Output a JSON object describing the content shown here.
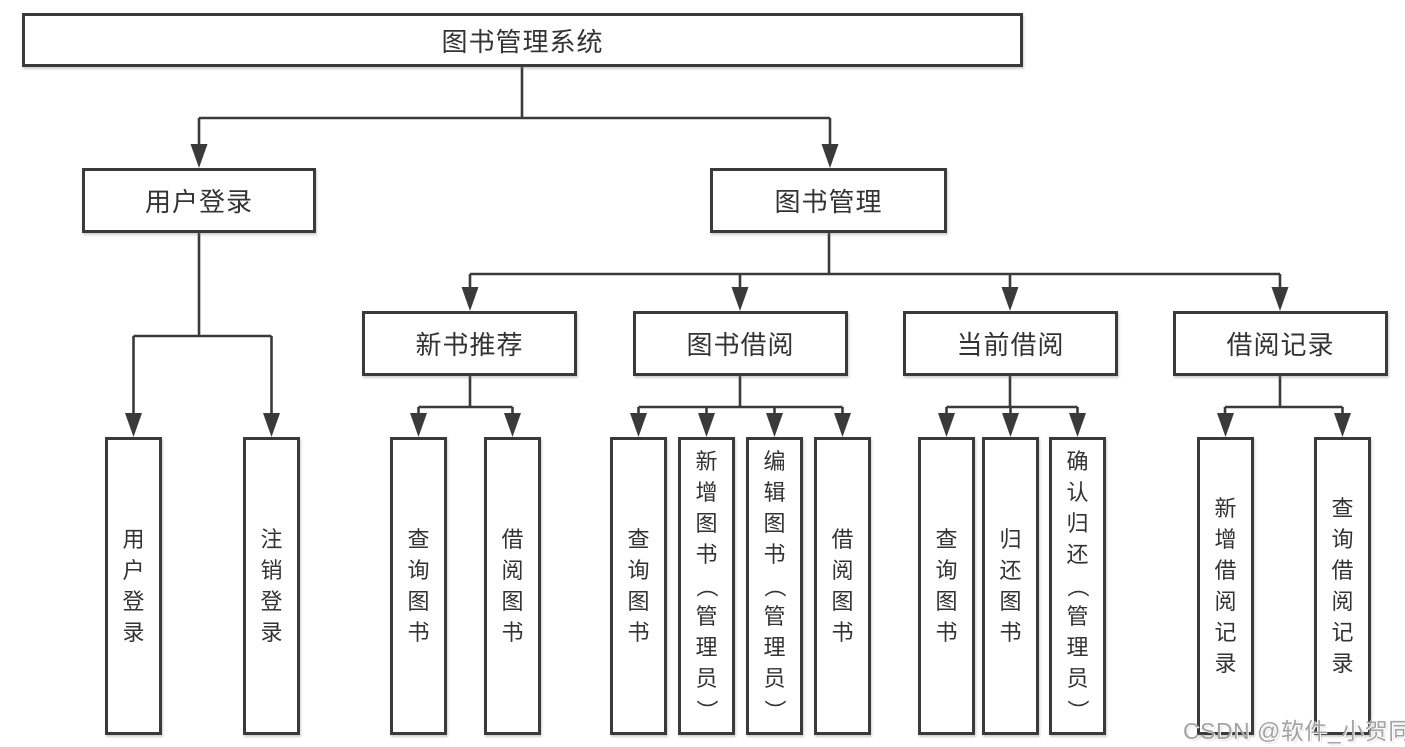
{
  "colors": {
    "line": "#3a3a3a",
    "text": "#333333",
    "watermark": "#a3a3a3",
    "background": "#ffffff"
  },
  "watermark": {
    "text": "CSDN @软件_小贺同学"
  },
  "tree": {
    "root": "图书管理系统",
    "children": [
      {
        "label": "用户登录",
        "children": [
          "用户登录",
          "注销登录"
        ]
      },
      {
        "label": "图书管理",
        "children": [
          {
            "label": "新书推荐",
            "children": [
              "查询图书",
              "借阅图书"
            ]
          },
          {
            "label": "图书借阅",
            "children": [
              "查询图书",
              "新增图书（管理员）",
              "编辑图书（管理员）",
              "借阅图书"
            ]
          },
          {
            "label": "当前借阅",
            "children": [
              "查询图书",
              "归还图书",
              "确认归还（管理员）"
            ]
          },
          {
            "label": "借阅记录",
            "children": [
              "新增借阅记录",
              "查询借阅记录"
            ]
          }
        ]
      }
    ]
  }
}
